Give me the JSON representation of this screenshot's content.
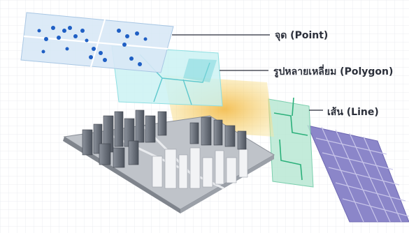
{
  "labels": {
    "point": "จุด (Point)",
    "polygon": "รูปหลายเหลี่ยม (Polygon)",
    "line": "เส้น (Line)"
  },
  "colors": {
    "point_layer": "#cfe3f5",
    "point_dot": "#1f5fc4",
    "polygon_layer": "#bfeef0",
    "heat_layer": "#f5d46a",
    "line_layer": "#a8e3c8",
    "raster_layer": "#7f78bf",
    "label_text": "#2b2f3a"
  },
  "icons": [
    "city-block-icon",
    "raster-grid-icon"
  ]
}
